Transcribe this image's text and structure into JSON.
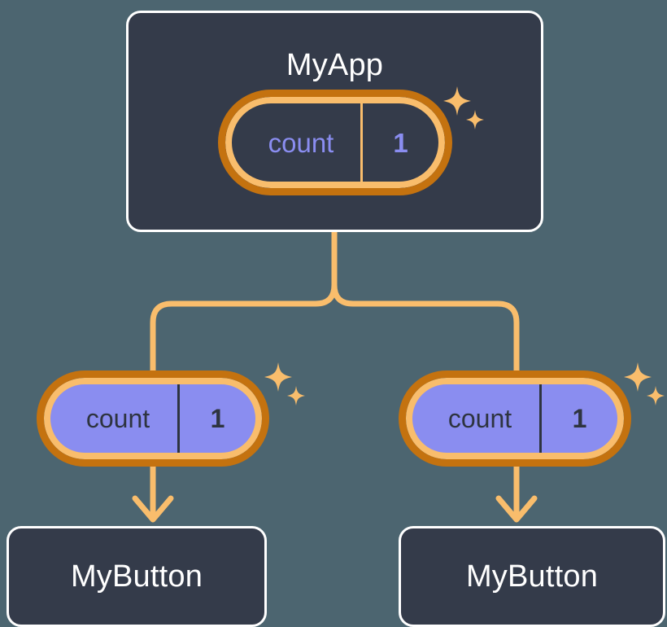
{
  "meta": {
    "diagram_title": "React component state propagation tree",
    "background_color": "#4c6570"
  },
  "palette": {
    "background": "#4c6570",
    "card_fill": "#343b4a",
    "card_border": "#ffffff",
    "pill_outer_ring": "#c4720f",
    "pill_inner_ring": "#f9bd6c",
    "pill_leaf_fill": "#8a8df0",
    "accent_purple": "#8a8df0",
    "wire": "#f9bd6c",
    "text_light": "#ffffff",
    "text_dark": "#2e3440"
  },
  "root": {
    "label": "MyApp",
    "state": {
      "key": "count",
      "value": "1"
    },
    "sparkle": "sparkle-icon"
  },
  "branches": [
    {
      "state": {
        "key": "count",
        "value": "1"
      },
      "sparkle": "sparkle-icon",
      "child": {
        "label": "MyButton"
      }
    },
    {
      "state": {
        "key": "count",
        "value": "1"
      },
      "sparkle": "sparkle-icon",
      "child": {
        "label": "MyButton"
      }
    }
  ],
  "connectors": {
    "trunk": "tree-split-connector",
    "arrows": [
      "down-arrow-icon",
      "down-arrow-icon"
    ]
  }
}
